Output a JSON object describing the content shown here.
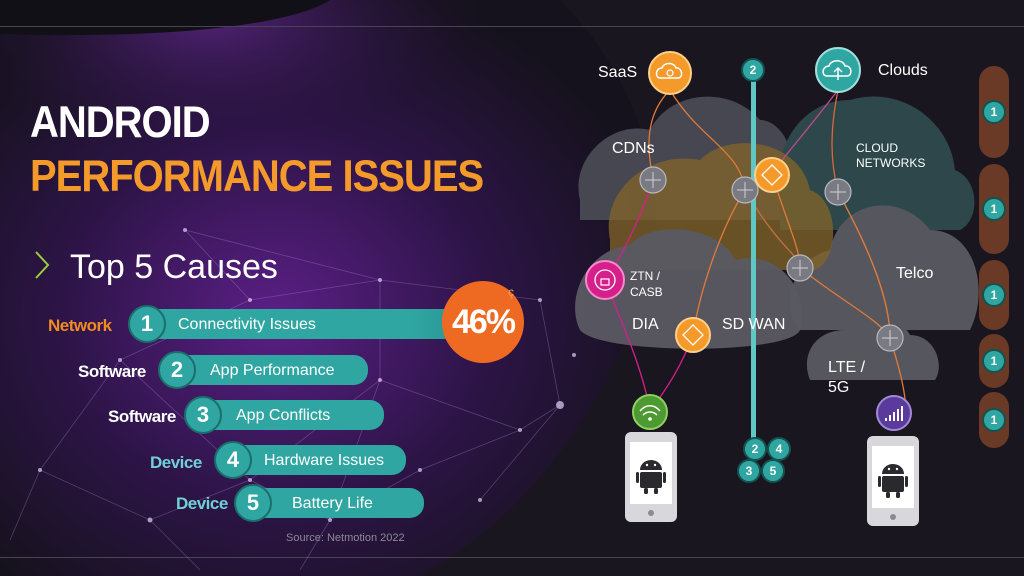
{
  "title": {
    "line1": "ANDROID",
    "line2": "PERFORMANCE ISSUES"
  },
  "subtitle": "Top 5 Causes",
  "highlight_percent": "46%",
  "stray_char": "ç",
  "causes": [
    {
      "rank": "1",
      "category": "Network",
      "label": "Connectivity Issues"
    },
    {
      "rank": "2",
      "category": "Software",
      "label": "App Performance"
    },
    {
      "rank": "3",
      "category": "Software",
      "label": "App Conflicts"
    },
    {
      "rank": "4",
      "category": "Device",
      "label": "Hardware Issues"
    },
    {
      "rank": "5",
      "category": "Device",
      "label": "Battery Life"
    }
  ],
  "source": "Source: Netmotion 2022",
  "diagram": {
    "saas": "SaaS",
    "clouds": "Clouds",
    "cdns": "CDNs",
    "cloud_networks": "CLOUD\nNETWORKS",
    "ztn": "ZTN /\nCASB",
    "dia": "DIA",
    "sdwan": "SD WAN",
    "telco": "Telco",
    "lte": "LTE /\n5G",
    "top_badge": "2",
    "bottom_badges": [
      "2",
      "4",
      "3",
      "5"
    ],
    "side_badges": [
      "1",
      "1",
      "1",
      "1",
      "1"
    ]
  },
  "colors": {
    "orange": "#f39a2a",
    "teal": "#2fa6a2",
    "magenta": "#d61f8a",
    "category_orange": "#f08a24",
    "category_teal": "#6fd0d6"
  },
  "icons": [
    "gear-cloud-icon",
    "upload-cloud-icon",
    "fingerprint-lock-icon",
    "router-icon",
    "wifi-icon",
    "signal-icon",
    "android-icon",
    "chevron-right-icon"
  ]
}
